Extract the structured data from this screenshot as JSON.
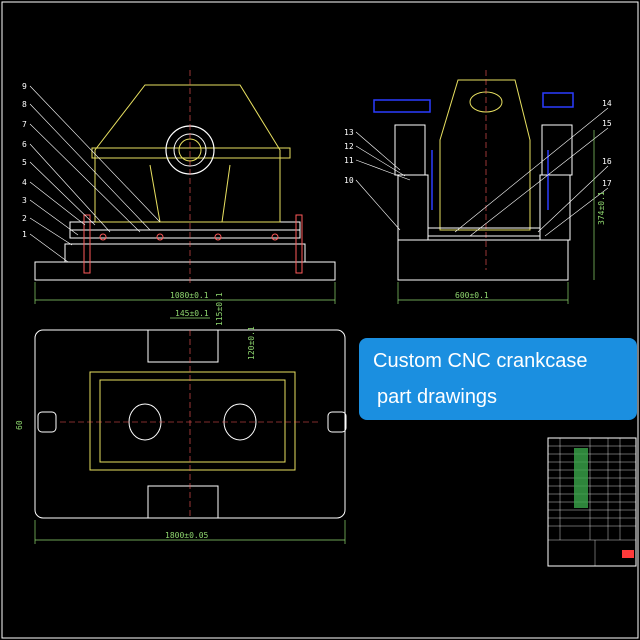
{
  "banner": {
    "line1": "Custom CNC crankcase",
    "line2": "part drawings"
  },
  "front_view": {
    "leaders": [
      "9",
      "8",
      "7",
      "6",
      "5",
      "4",
      "3",
      "2",
      "1"
    ],
    "dim_width": "1080±0.1",
    "dim_top": "145±0.1"
  },
  "side_view": {
    "leaders_left": [
      "13",
      "12",
      "11",
      "10"
    ],
    "leaders_right": [
      "14",
      "15",
      "16",
      "17"
    ],
    "dim_width": "600±0.1",
    "dim_height": "374±0.1"
  },
  "plan_view": {
    "dim_width": "1800±0.05",
    "dim_left": "60",
    "dim_top": "115±0.1",
    "dim_gap": "120±0.1"
  },
  "colors": {
    "background": "#000000",
    "outline": "#ffffff",
    "part": "#e8e060",
    "dimension": "#8fd86f",
    "accent": "#2a3cff",
    "highlight": "#1b8fe0"
  }
}
